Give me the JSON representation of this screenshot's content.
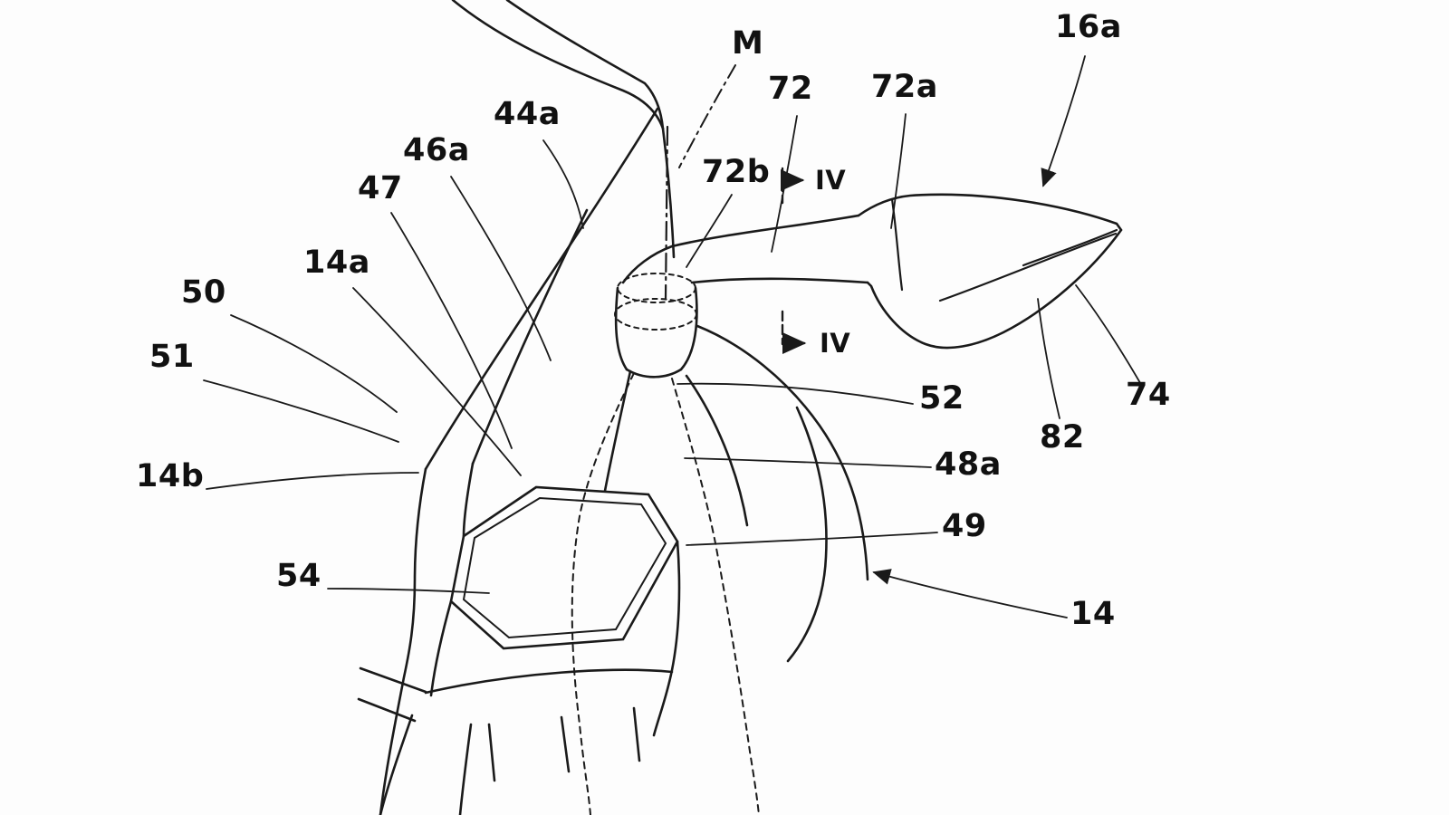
{
  "figure": {
    "type": "patent-line-drawing",
    "description": "Patent figure of a vehicle front cowl with rear-view mirror assembly, centerline M and section line IV-IV",
    "background_color": "#fdfdfd",
    "line_color": "#1a1a1a"
  },
  "labels": [
    {
      "id": "M",
      "text": "M"
    },
    {
      "id": "16a",
      "text": "16a"
    },
    {
      "id": "72",
      "text": "72"
    },
    {
      "id": "72a",
      "text": "72a"
    },
    {
      "id": "44a",
      "text": "44a"
    },
    {
      "id": "46a",
      "text": "46a"
    },
    {
      "id": "47",
      "text": "47"
    },
    {
      "id": "72b",
      "text": "72b"
    },
    {
      "id": "IV-upper",
      "text": "IV"
    },
    {
      "id": "14a",
      "text": "14a"
    },
    {
      "id": "50",
      "text": "50"
    },
    {
      "id": "51",
      "text": "51"
    },
    {
      "id": "IV-lower",
      "text": "IV"
    },
    {
      "id": "52",
      "text": "52"
    },
    {
      "id": "74",
      "text": "74"
    },
    {
      "id": "82",
      "text": "82"
    },
    {
      "id": "48a",
      "text": "48a"
    },
    {
      "id": "49",
      "text": "49"
    },
    {
      "id": "14b",
      "text": "14b"
    },
    {
      "id": "54",
      "text": "54"
    },
    {
      "id": "14",
      "text": "14"
    }
  ]
}
